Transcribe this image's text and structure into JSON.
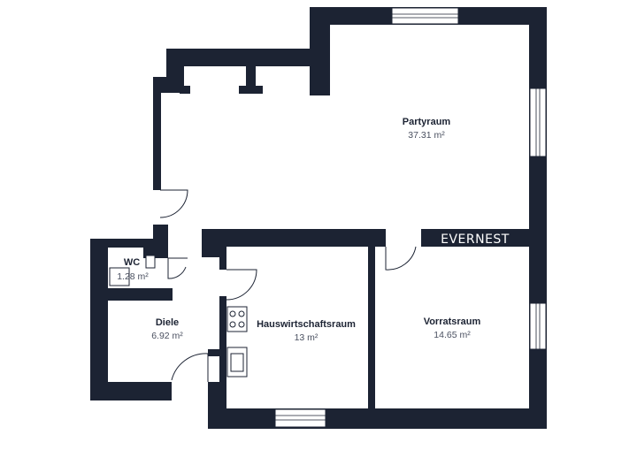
{
  "brand": "EVERNEST",
  "area_unit": "m²",
  "rooms": [
    {
      "key": "partyraum",
      "name": "Partyraum",
      "area": "37.31"
    },
    {
      "key": "wc",
      "name": "WC",
      "area": "1.28"
    },
    {
      "key": "diele",
      "name": "Diele",
      "area": "6.92"
    },
    {
      "key": "hauswirtschaftsraum",
      "name": "Hauswirtschaftsraum",
      "area": "13"
    },
    {
      "key": "vorratsraum",
      "name": "Vorratsraum",
      "area": "14.65"
    }
  ],
  "colors": {
    "wall": "#1c2333",
    "background": "#ffffff"
  }
}
